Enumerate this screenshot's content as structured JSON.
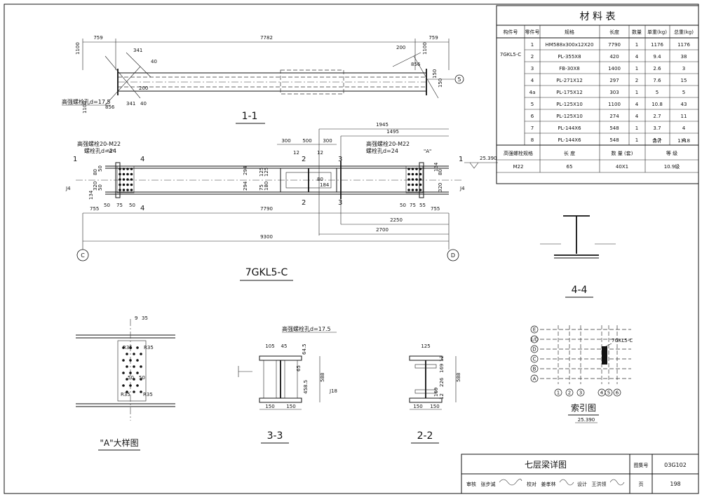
{
  "material_table": {
    "title": "材  料  表",
    "headers": [
      "构件号",
      "零件号",
      "规格",
      "长度",
      "数量",
      "单重(kg)",
      "总重(kg)"
    ],
    "member": "7GKL5-C",
    "rows": [
      [
        "1",
        "HM588x300x12X20",
        "7790",
        "1",
        "1176",
        "1176"
      ],
      [
        "2",
        "PL-355X8",
        "420",
        "4",
        "9.4",
        "38"
      ],
      [
        "3",
        "FB-30X8",
        "1400",
        "1",
        "2.6",
        "3"
      ],
      [
        "4",
        "PL-271X12",
        "297",
        "2",
        "7.6",
        "15"
      ],
      [
        "4a",
        "PL-175X12",
        "303",
        "1",
        "5",
        "5"
      ],
      [
        "5",
        "PL-125X10",
        "1100",
        "4",
        "10.8",
        "43"
      ],
      [
        "6",
        "PL-125X10",
        "274",
        "4",
        "2.7",
        "11"
      ],
      [
        "7",
        "PL-144X6",
        "548",
        "1",
        "3.7",
        "4"
      ],
      [
        "8",
        "PL-144X6",
        "548",
        "1",
        "3.7",
        "4"
      ]
    ],
    "total_label": "合计",
    "total_value": "1318",
    "bolt_headers": [
      "高强螺栓规格",
      "长  度",
      "数  量 (套)",
      "等  级"
    ],
    "bolt_row": [
      "M22",
      "65",
      "40X1",
      "10.9级"
    ]
  },
  "section_1_1": {
    "title": "1-1",
    "dims": [
      "759",
      "7782",
      "759"
    ],
    "notes": [
      "341",
      "1100",
      "40",
      "200",
      "856",
      "1100",
      "341",
      "40",
      "200",
      "150",
      "150",
      "1100",
      "856"
    ],
    "bolt_hole": "高强螺栓孔d=17.5",
    "axis": "5"
  },
  "elevation": {
    "title": "7GKL5-C",
    "bolt_note_left": "高强螺栓20-M22",
    "hole_note_left": "螺栓孔d=24",
    "bolt_note_right": "高强螺栓20-M22",
    "hole_note_right": "螺栓孔d=24",
    "dims_top": [
      "1945",
      "1495",
      "300",
      "500",
      "300",
      "12",
      "12"
    ],
    "dims_bottom": [
      "755",
      "7790",
      "755",
      "2250",
      "2700",
      "9300"
    ],
    "elevation_mark": "25.390",
    "side_dims_left": [
      "50",
      "134",
      "80",
      "320",
      "50",
      "50",
      "75",
      "50"
    ],
    "side_dims_right": [
      "134",
      "80",
      "320",
      "50",
      "75",
      "55"
    ],
    "dims_mid": [
      "294",
      "294",
      "125",
      "125",
      "80",
      "75",
      "184",
      "180"
    ],
    "section_cuts": [
      "1",
      "4",
      "2",
      "3",
      "1"
    ],
    "detail_ref": "\"A\"",
    "grid_left": "C",
    "grid_right": "D",
    "tag": "J4"
  },
  "section_4_4": {
    "title": "4-4"
  },
  "detail_A": {
    "title": "\"A\"大样图",
    "dims": [
      "R35",
      "R35",
      "R35",
      "R35",
      "50",
      "50",
      "9",
      "35"
    ]
  },
  "section_3_3": {
    "title": "3-3",
    "bolt_hole": "高强螺栓孔d=17.5",
    "dims": [
      "105",
      "45",
      "65",
      "64.5",
      "458.5",
      "588",
      "150",
      "150"
    ],
    "tag": "J18"
  },
  "section_2_2": {
    "title": "2-2",
    "dims": [
      "125",
      "12",
      "169",
      "226",
      "169",
      "12",
      "588",
      "150",
      "150"
    ]
  },
  "index_map": {
    "title": "索引图",
    "rows": [
      "E",
      "1/D",
      "D",
      "C",
      "B",
      "A"
    ],
    "cols": [
      "1",
      "2",
      "3",
      "4",
      "5",
      "6"
    ],
    "label": "7GKL5-C",
    "elevation": "25.390"
  },
  "title_block": {
    "drawing_title": "七层梁详图",
    "atlas_label": "图集号",
    "atlas_no": "03G102",
    "page_label": "页",
    "page_no": "198",
    "sign_row": [
      "审核",
      "张步诚",
      "校对",
      "姜孝林",
      "设计",
      "王洪领"
    ]
  }
}
